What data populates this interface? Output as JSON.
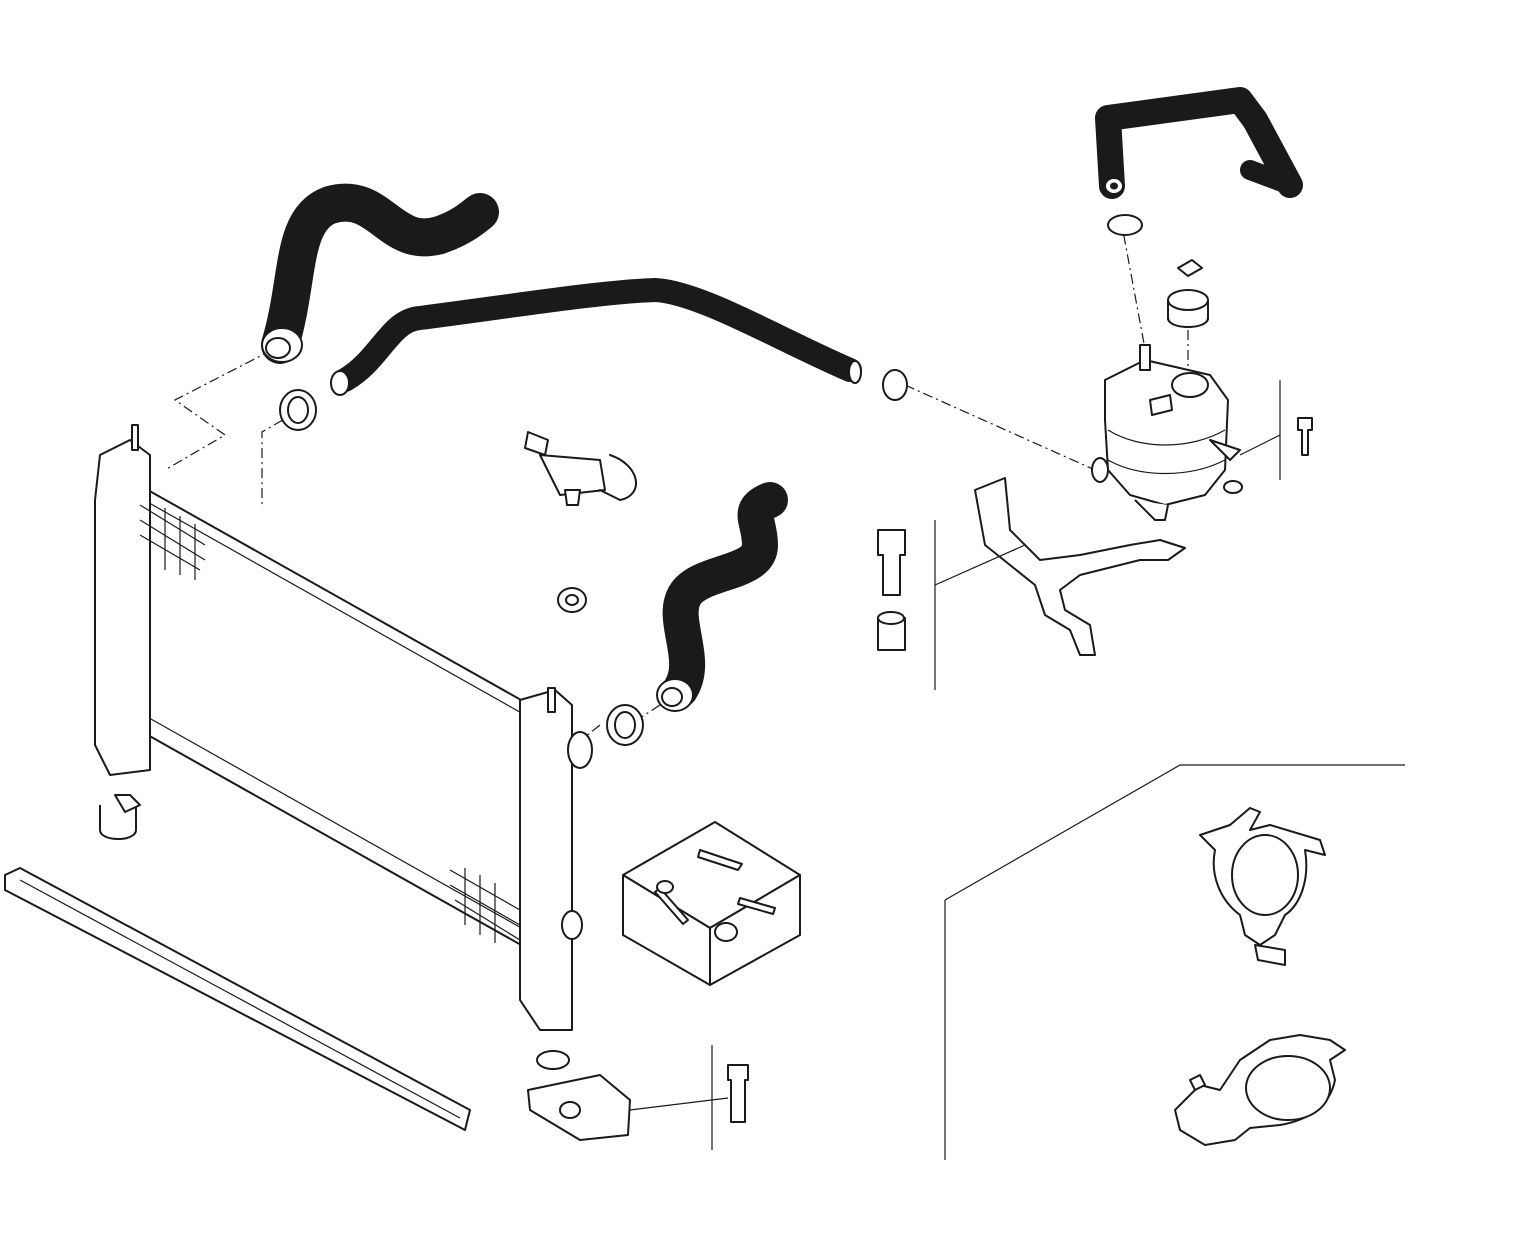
{
  "diagram": {
    "highlight_color": "#e4141b",
    "line_color": "#1a1a1a",
    "background": "#ffffff",
    "parts": [
      "radiator",
      "upper-radiator-hose",
      "long-coolant-hose",
      "lower-radiator-hose",
      "expansion-tank",
      "expansion-tank-cap",
      "highlighted-expansion-tank-hose",
      "mounting-bracket",
      "hose-clamps",
      "bolts",
      "radiator-support-strip",
      "fastener-kit-box",
      "clamp-detail-inset"
    ]
  }
}
